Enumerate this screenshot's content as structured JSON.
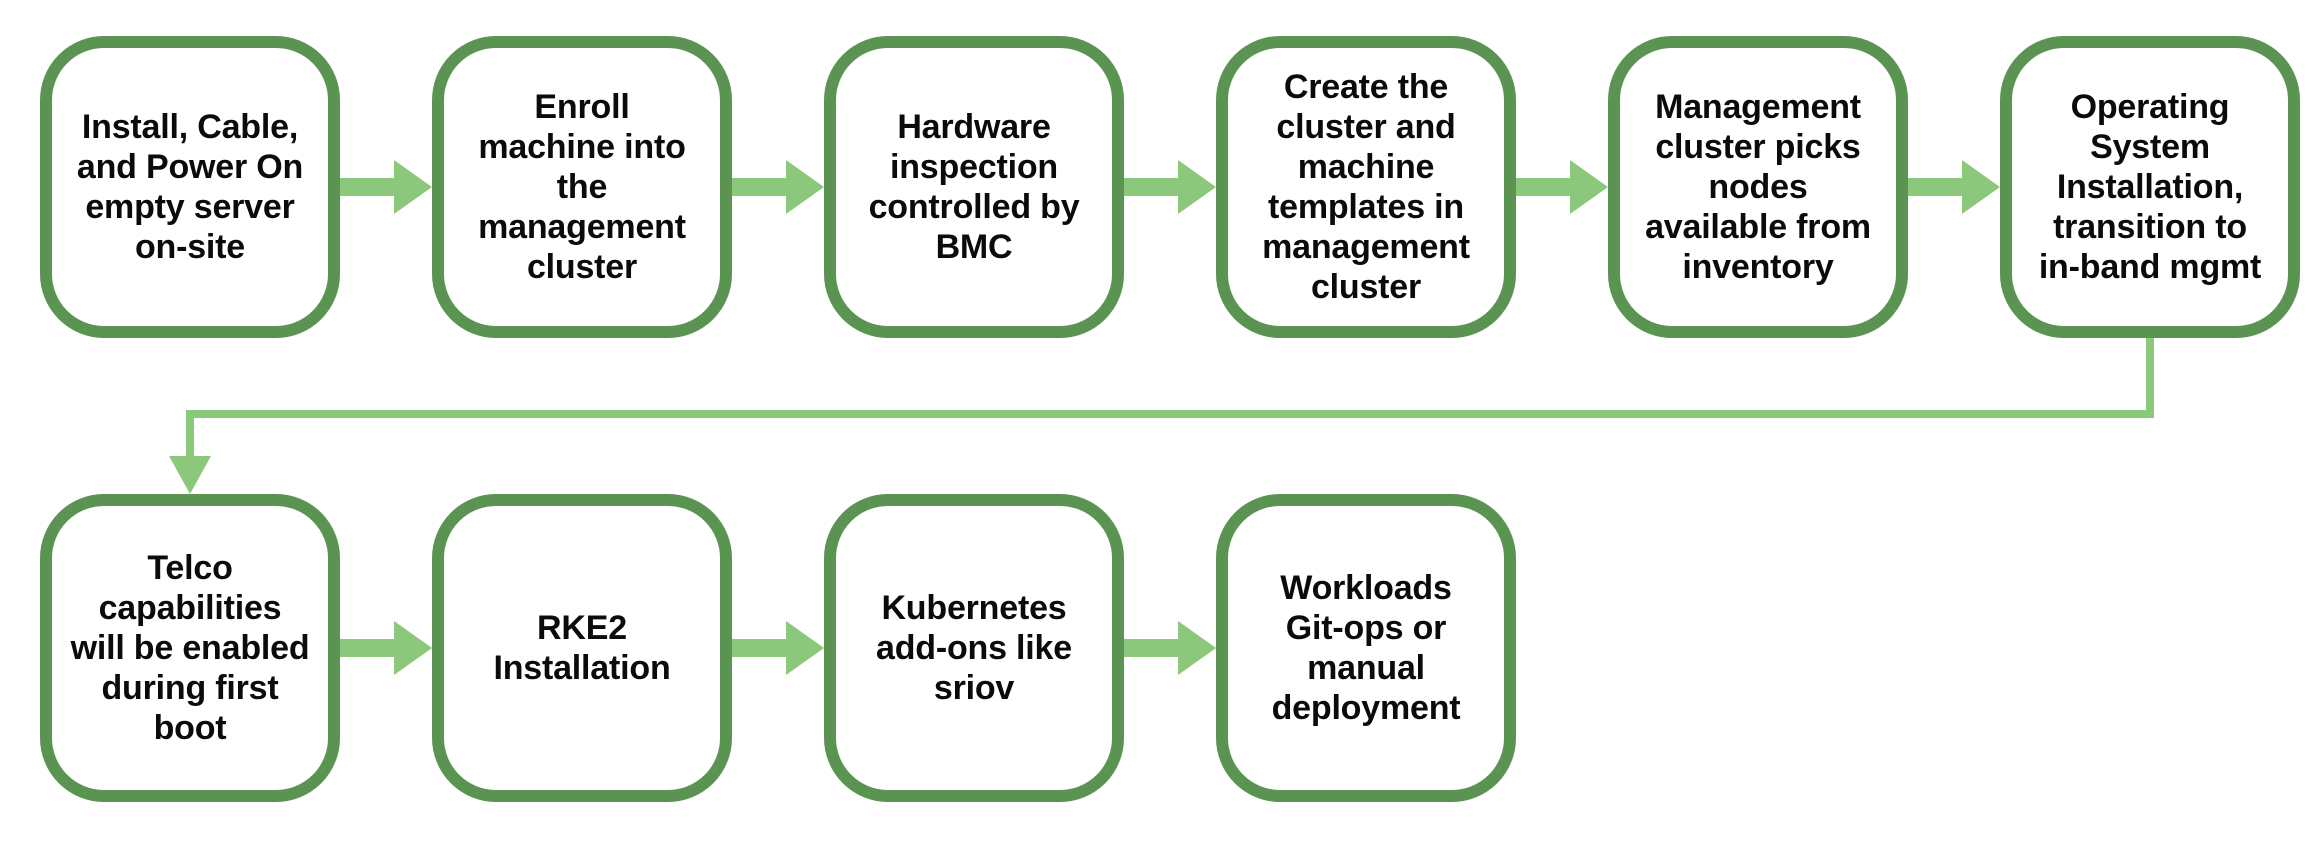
{
  "colors": {
    "box_border": "#5b9452",
    "box_fill": "#ffffff",
    "arrow_green": "#8cc87c",
    "text": "#0b0b0b",
    "background": "#ffffff"
  },
  "flow": {
    "row1": [
      {
        "label": "Install, Cable,\nand Power On\nempty server\non-site"
      },
      {
        "label": "Enroll\nmachine into\nthe\nmanagement\ncluster"
      },
      {
        "label": "Hardware\ninspection\ncontrolled by\nBMC"
      },
      {
        "label": "Create the\ncluster and\nmachine\ntemplates in\nmanagement\ncluster"
      },
      {
        "label": "Management\ncluster picks\nnodes\navailable from\ninventory"
      },
      {
        "label": "Operating\nSystem\nInstallation,\ntransition to\nin-band mgmt"
      }
    ],
    "row2": [
      {
        "label": "Telco\ncapabilities\nwill be enabled\nduring first\nboot"
      },
      {
        "label": "RKE2\nInstallation"
      },
      {
        "label": "Kubernetes\nadd-ons like\nsriov"
      },
      {
        "label": "Workloads\nGit-ops or\nmanual\ndeployment"
      }
    ],
    "connections": [
      {
        "from": "row1.0",
        "to": "row1.1"
      },
      {
        "from": "row1.1",
        "to": "row1.2"
      },
      {
        "from": "row1.2",
        "to": "row1.3"
      },
      {
        "from": "row1.3",
        "to": "row1.4"
      },
      {
        "from": "row1.4",
        "to": "row1.5"
      },
      {
        "from": "row1.5",
        "to": "row2.0"
      },
      {
        "from": "row2.0",
        "to": "row2.1"
      },
      {
        "from": "row2.1",
        "to": "row2.2"
      },
      {
        "from": "row2.2",
        "to": "row2.3"
      }
    ]
  }
}
